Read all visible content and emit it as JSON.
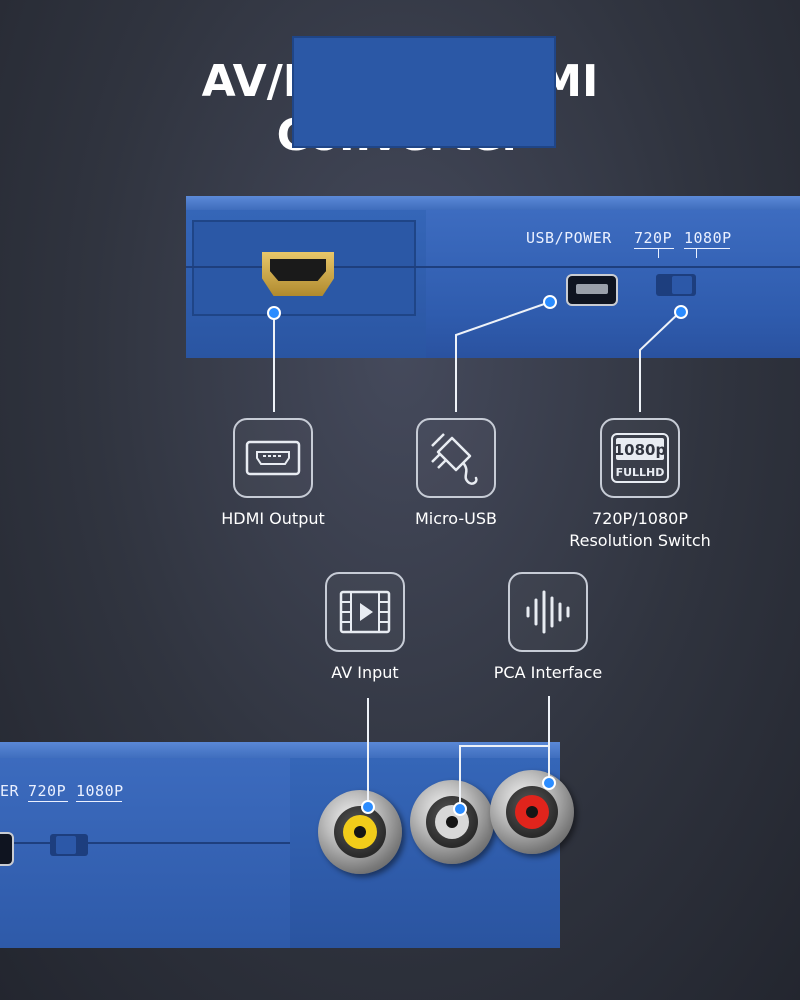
{
  "title": {
    "line1": "AV/RCA to HDMI",
    "line2": "Converter"
  },
  "device_top_labels": {
    "usb_power": "USB/POWER",
    "res_720": "720P",
    "res_1080": "1080P"
  },
  "device_bottom_labels": {
    "usb_power_partial": "ER",
    "res_720": "720P",
    "res_1080": "1080P"
  },
  "features": [
    {
      "icon": "hdmi-port-icon",
      "label": "HDMI Output"
    },
    {
      "icon": "plug-icon",
      "label": "Micro-USB"
    },
    {
      "icon": "1080p-fullhd-icon",
      "label_line1": "720P/1080P",
      "label_line2": "Resolution Switch",
      "icon_text_top": "1080p",
      "icon_text_bottom": "FULLHD"
    },
    {
      "icon": "video-film-icon",
      "label": "AV Input"
    },
    {
      "icon": "audio-waveform-icon",
      "label": "PCA Interface"
    }
  ],
  "colors": {
    "accent_dot": "#2b8cff",
    "device_blue": "#2f5cae",
    "rca_yellow": "#f2cc1a",
    "rca_white": "#d8d8d8",
    "rca_red": "#e0241c"
  }
}
